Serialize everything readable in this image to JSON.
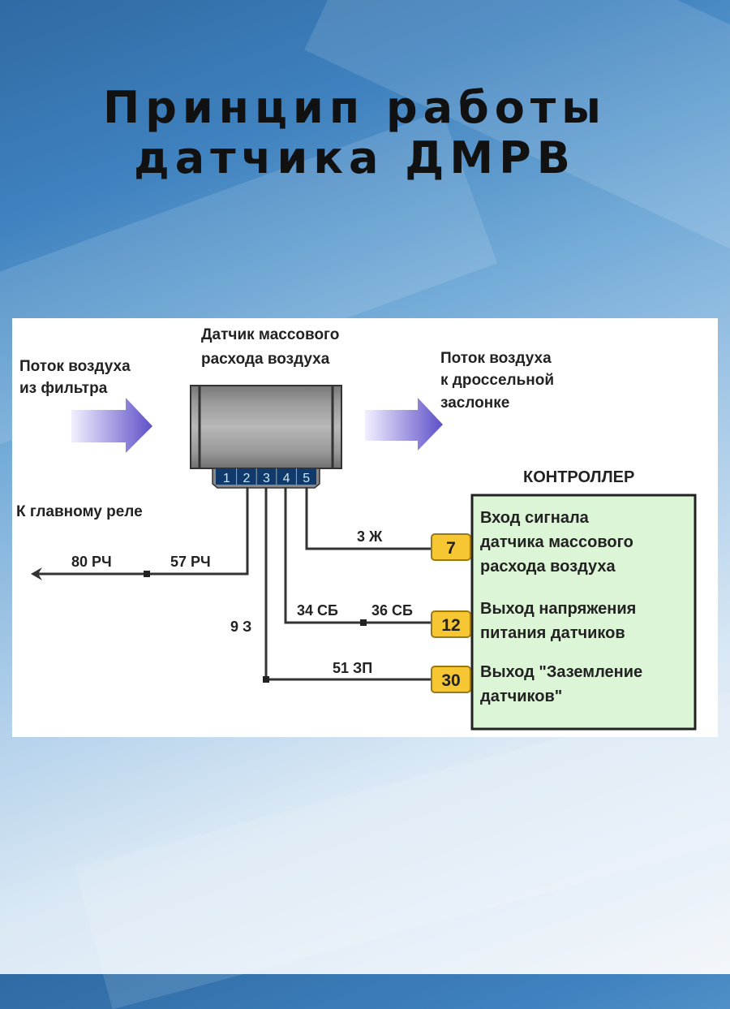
{
  "title": {
    "line1": "Принцип работы",
    "line2": "датчика ДМРВ"
  },
  "diagram": {
    "sensor_label": [
      "Датчик массового",
      "расхода воздуха"
    ],
    "inflow_label": [
      "Поток воздуха",
      "из фильтра"
    ],
    "outflow_label": [
      "Поток воздуха",
      "к дроссельной",
      "заслонке"
    ],
    "pins": [
      "1",
      "2",
      "3",
      "4",
      "5"
    ],
    "relay_label": "К главному реле",
    "wires": {
      "w80": "80 РЧ",
      "w57": "57 РЧ",
      "w3": "3 Ж",
      "w34": "34 СБ",
      "w36": "36 СБ",
      "w9": "9 З",
      "w51": "51 ЗП"
    },
    "controller": {
      "title": "КОНТРОЛЛЕР",
      "terminals": [
        "7",
        "12",
        "30"
      ],
      "lines": [
        "Вход сигнала",
        "датчика массового",
        "расхода воздуха",
        "Выход напряжения",
        "питания датчиков",
        "Выход \"Заземление",
        "датчиков\""
      ]
    }
  },
  "colors": {
    "controller_fill": "#dcf5d6",
    "terminal_fill": "#f6c633",
    "connector_fill": "#0f3a6b",
    "arrow": "#6a5fcf"
  }
}
